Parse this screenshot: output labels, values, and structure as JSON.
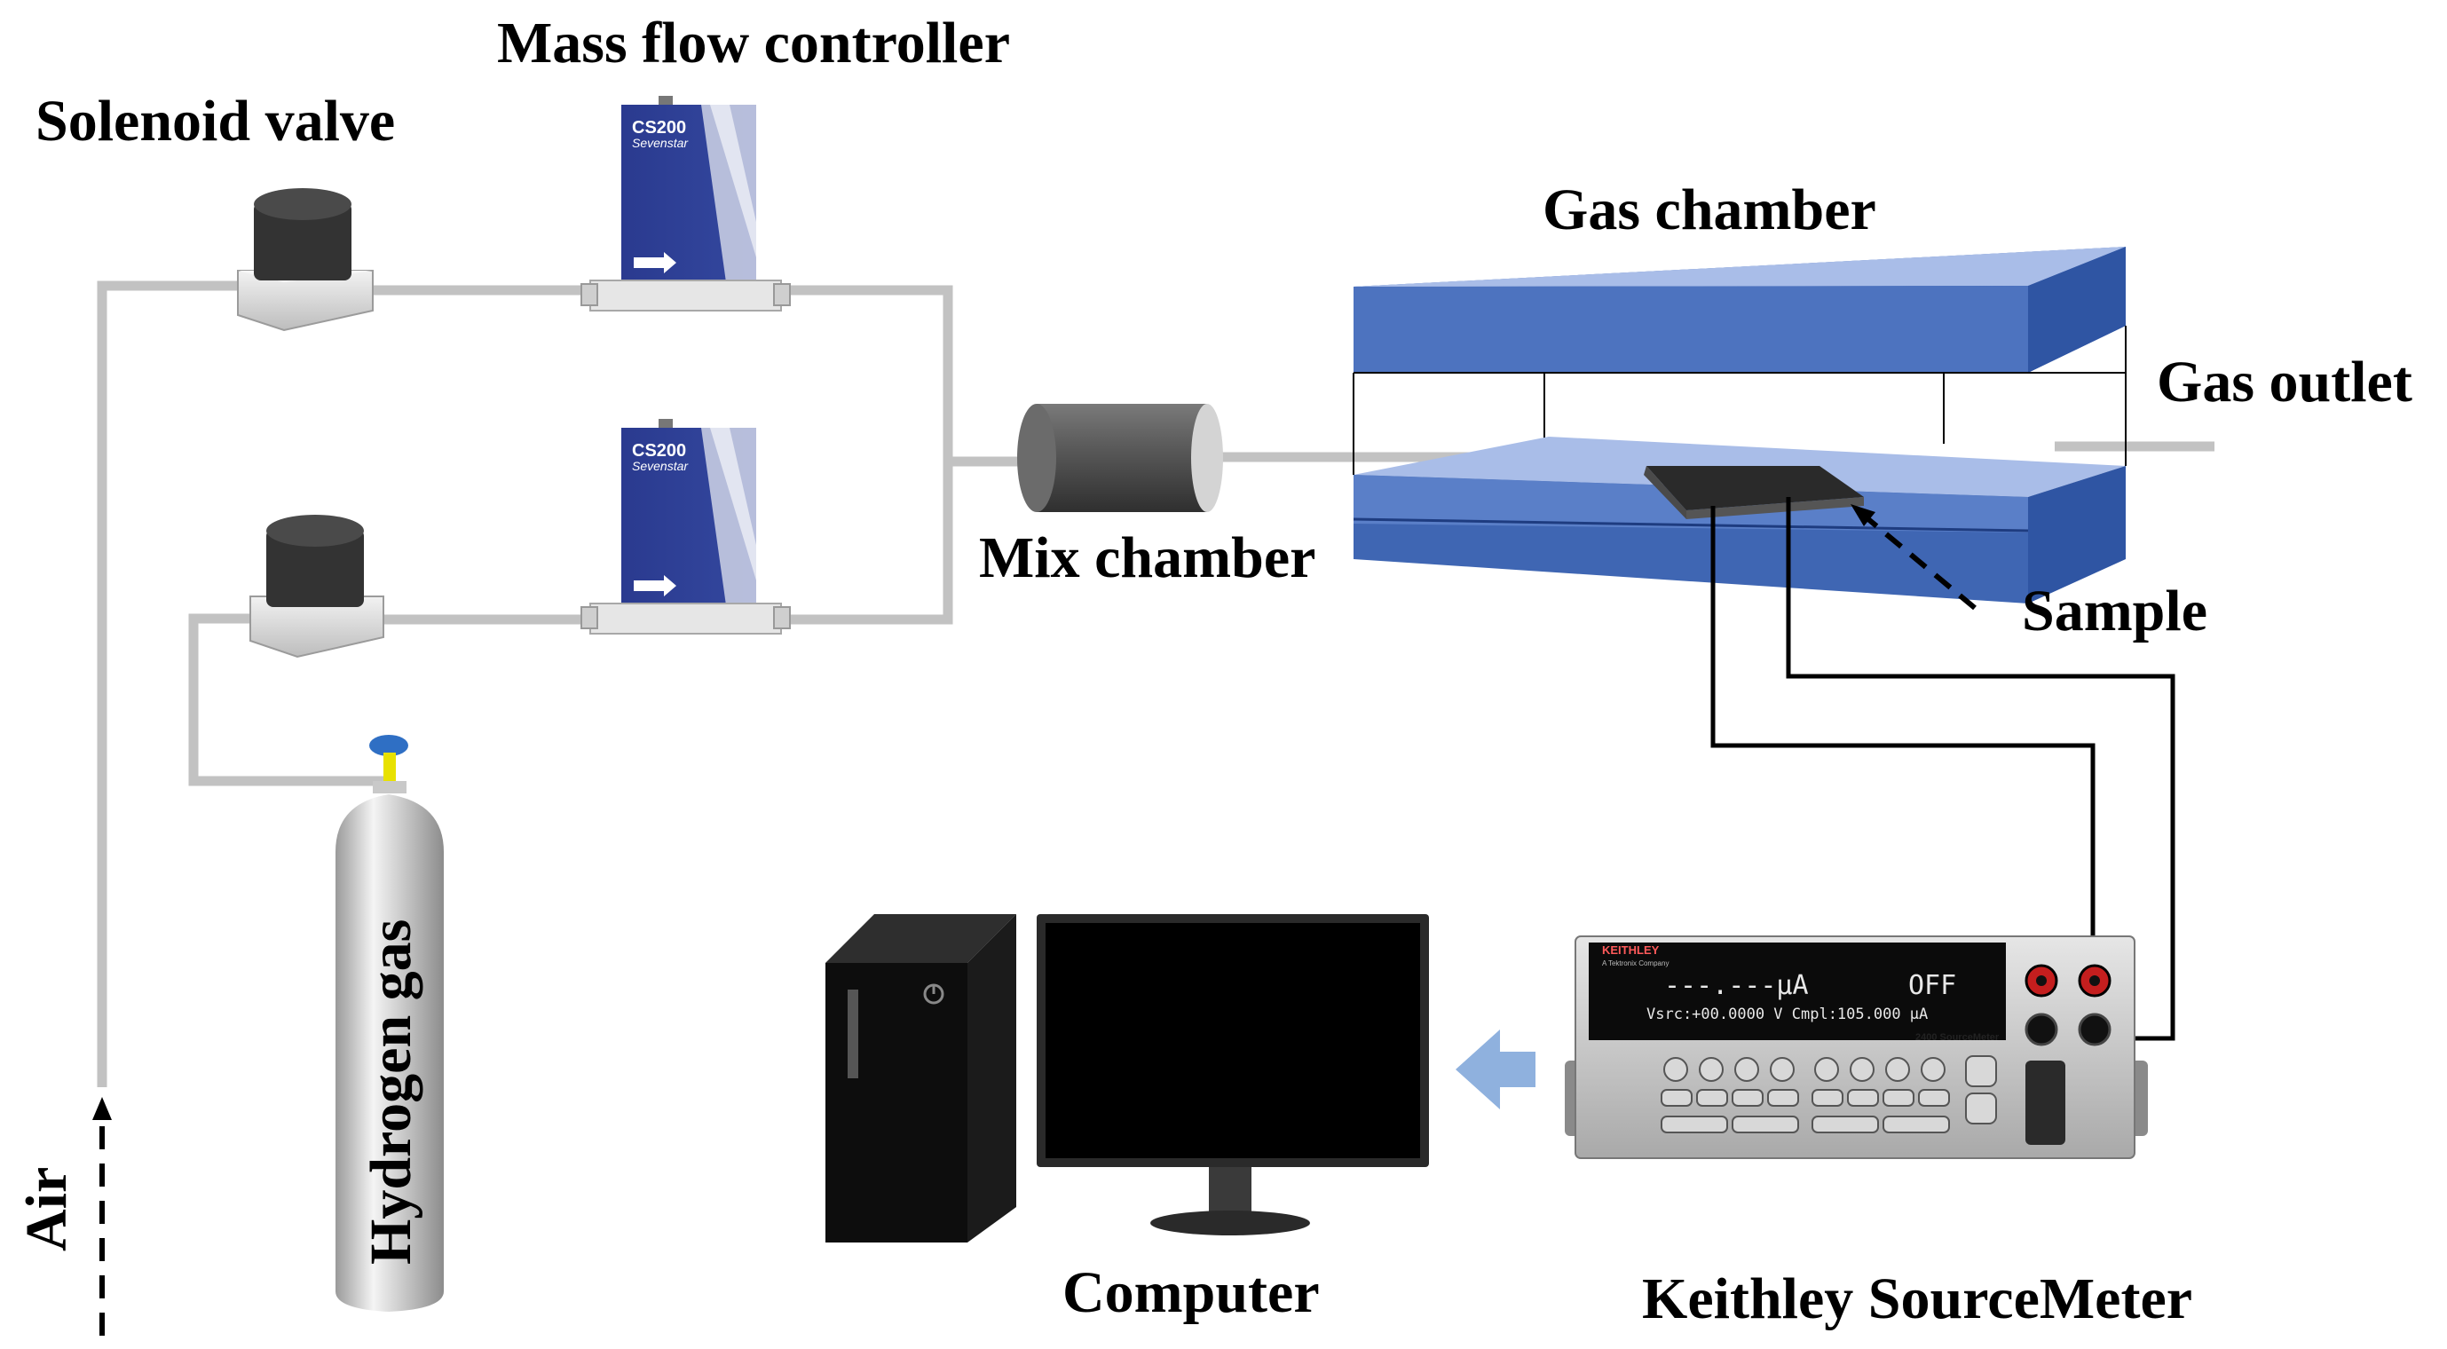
{
  "labels": {
    "solenoid_valve": "Solenoid valve",
    "mass_flow_controller": "Mass flow controller",
    "gas_chamber": "Gas chamber",
    "gas_outlet": "Gas outlet",
    "mix_chamber": "Mix chamber",
    "sample": "Sample",
    "air": "Air",
    "hydrogen_gas": "Hydrogen gas",
    "computer": "Computer",
    "keithley": "Keithley SourceMeter"
  },
  "mfc": {
    "model": "CS200",
    "brand": "Sevenstar"
  },
  "sourcemeter": {
    "brand": "KEITHLEY",
    "brand_sub": "A Tektronix Company",
    "display_main": "---.---μA",
    "display_status": "OFF",
    "display_line2": "Vsrc:+00.0000 V  Cmpl:105.000 μA",
    "model": "2400 SourceMeter"
  },
  "colors": {
    "chamber_blue": "#3f66b3",
    "chamber_light": "#a9bde8",
    "mfc_blue": "#2c3e93",
    "tube_gray": "#c2c2c2",
    "arrow_blue": "#8fb1de"
  }
}
